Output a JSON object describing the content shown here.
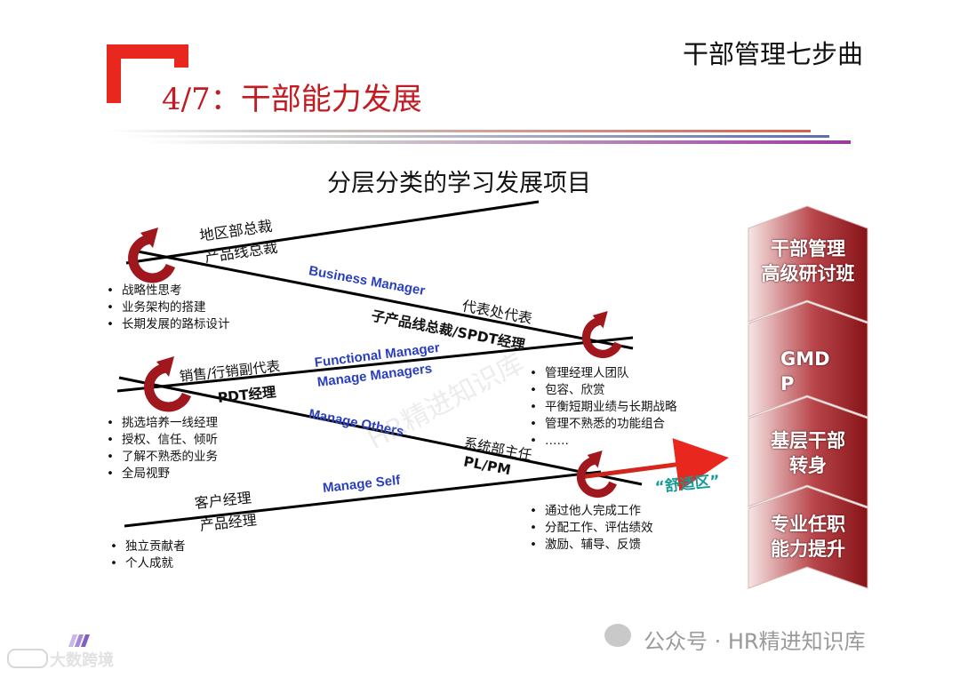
{
  "header": {
    "series_title": "干部管理七步曲",
    "page_title": "4/7：干部能力发展"
  },
  "diagram": {
    "title": "分层分类的学习发展项目",
    "roles": {
      "top_1": "地区部总裁",
      "top_2": "产品线总裁",
      "rep": "代表处代表",
      "sub_product": "子产品线总裁/SPDT经理",
      "sales_rep": "销售/行销副代表",
      "pdt": "PDT经理",
      "dept_head": "系统部主任",
      "plpm": "PL/PM",
      "cust_mgr": "客户经理",
      "prod_mgr": "产品经理"
    },
    "layers": {
      "business": "Business Manager",
      "functional": "Functional Manager",
      "managers": "Manage Managers",
      "others": "Manage Others",
      "self": "Manage Self"
    },
    "comfort_zone": "“舒适区”",
    "bullets": {
      "strategic": [
        "战略性思考",
        "业务架构的搭建",
        "长期发展的路标设计"
      ],
      "managers": [
        "管理经理人团队",
        "包容、欣赏",
        "平衡短期业绩与长期战略",
        "管理不熟悉的功能组合",
        "……"
      ],
      "first_line": [
        "挑选培养一线经理",
        "授权、信任、倾听",
        "了解不熟悉的业务",
        "全局视野"
      ],
      "others": [
        "通过他人完成工作",
        "分配工作、评估绩效",
        "激励、辅导、反馈"
      ],
      "self": [
        "独立贡献者",
        "个人成就"
      ]
    }
  },
  "side_steps": [
    {
      "label": "干部管理\n高级研讨班"
    },
    {
      "label": "GMD\nP"
    },
    {
      "label": "基层干部\n转身"
    },
    {
      "label": "专业任职\n能力提升"
    }
  ],
  "watermark": {
    "brand": "公众号 · HR精进知识库",
    "faint": "HR精进知识库",
    "corner": "大数跨境"
  },
  "colors": {
    "accent": "#e8281e",
    "blue": "#2a3fbf",
    "step_dark": "#8e1a1e",
    "step_light": "#f4e3e3",
    "teal": "#169a95"
  }
}
